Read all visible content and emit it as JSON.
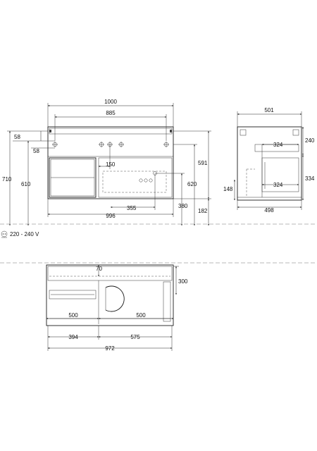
{
  "front_view": {
    "width_total": "1000",
    "width_inner": "885",
    "height_total": "710",
    "height_610": "610",
    "height_591": "591",
    "height_620": "620",
    "height_380": "380",
    "height_182": "182",
    "offset_58_top": "58",
    "offset_58_bottom": "58",
    "offset_150": "150",
    "offset_355": "355",
    "width_996": "996"
  },
  "side_view": {
    "depth_top": "501",
    "depth_bottom": "498",
    "height_240": "240",
    "height_334": "334",
    "height_148": "148",
    "shelf_324_top": "324",
    "shelf_324_bottom": "324"
  },
  "electrical": {
    "voltage_label": "220 - 240 V",
    "icon": "plug-socket-icon"
  },
  "top_view": {
    "depth_300": "300",
    "offset_70": "70",
    "drawer_500_left": "500",
    "drawer_500_right": "500",
    "width_394": "394",
    "width_575": "575",
    "width_972": "972"
  }
}
